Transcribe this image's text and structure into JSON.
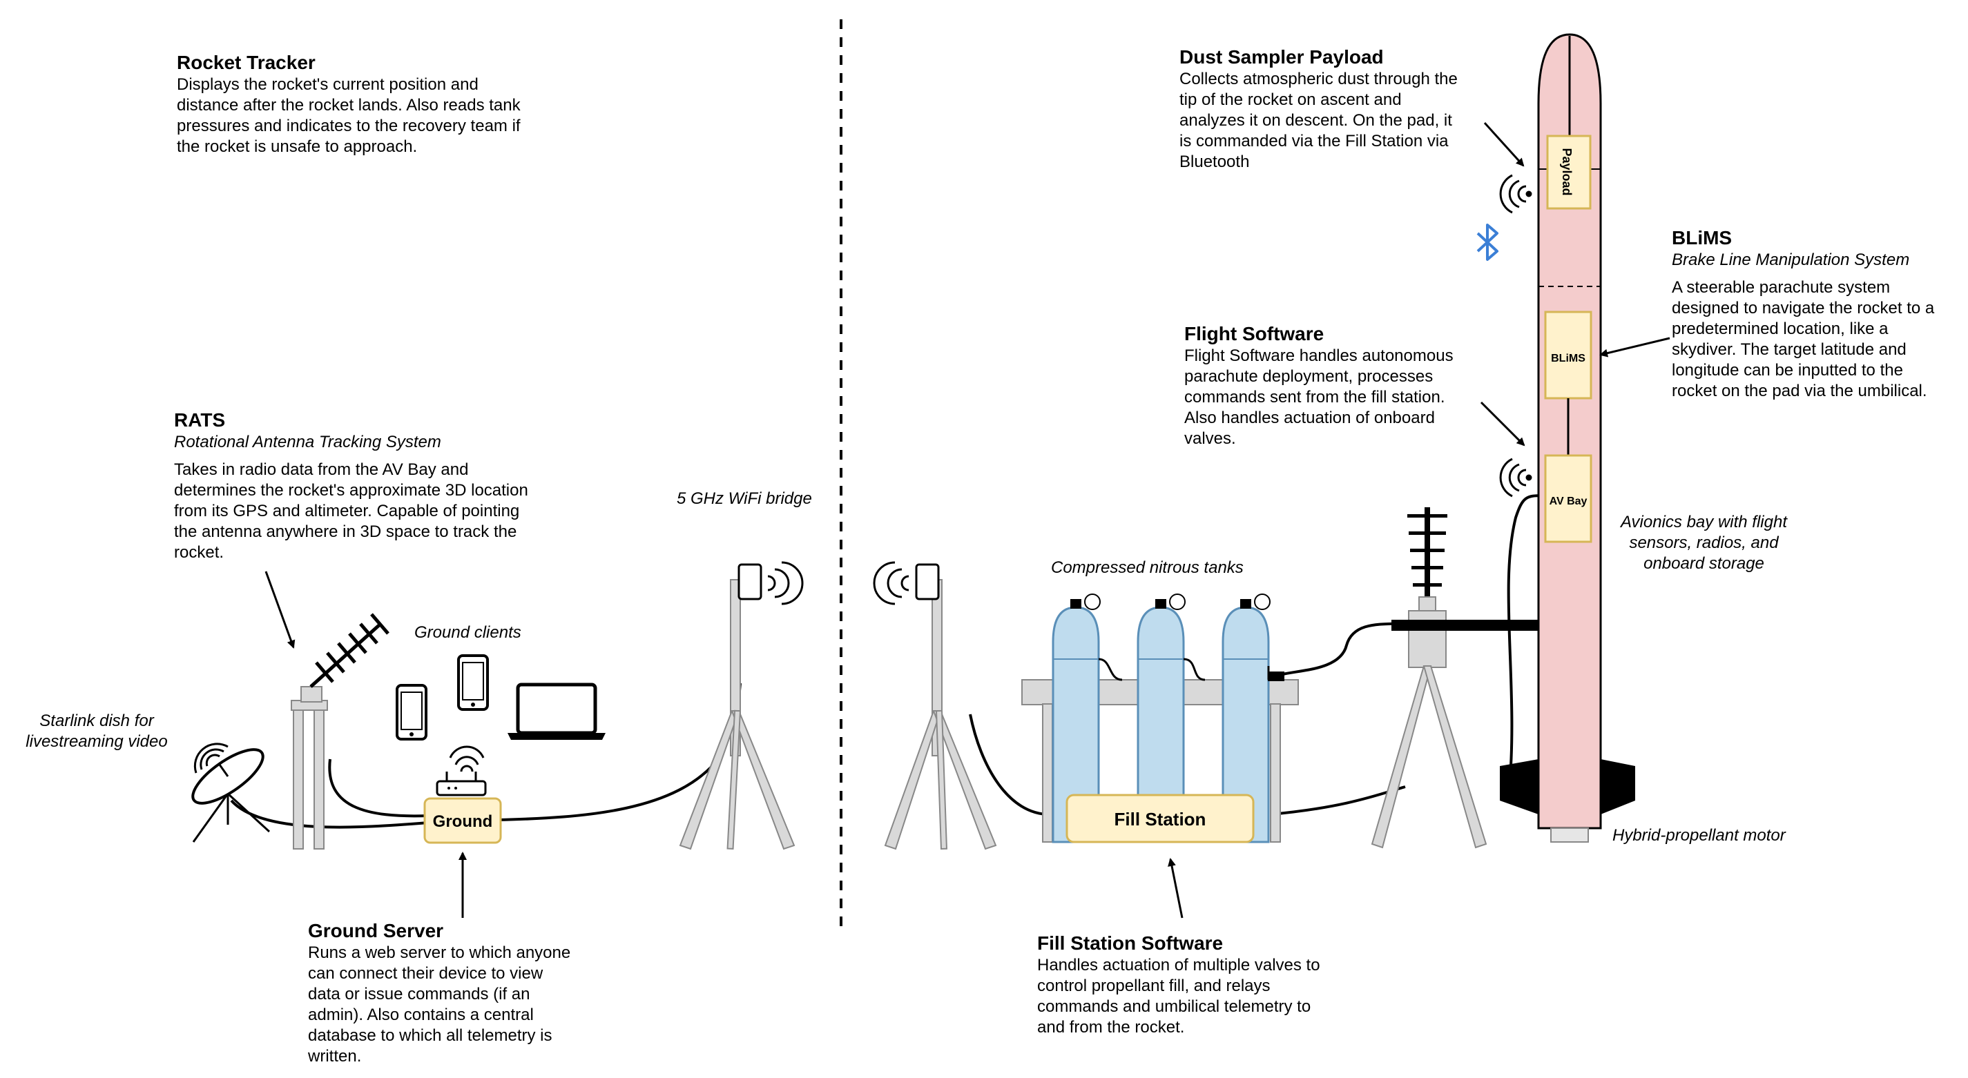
{
  "rocket_tracker": {
    "title": "Rocket Tracker",
    "body": "Displays the rocket's current position and\ndistance after the rocket lands. Also reads tank\npressures and indicates to the recovery team if\nthe rocket is unsafe to approach."
  },
  "rats": {
    "title": "RATS",
    "subtitle": "Rotational Antenna Tracking System",
    "body": "Takes in radio data from the AV Bay and\ndetermines the rocket's approximate 3D location\nfrom its GPS and altimeter. Capable of pointing\nthe antenna anywhere in 3D space to track the\nrocket."
  },
  "ground_server": {
    "title": "Ground Server",
    "body": "Runs a web server to which anyone\ncan connect their device to view\ndata or issue commands (if an\nadmin). Also contains a central\ndatabase to which all telemetry is\nwritten."
  },
  "dust_sampler": {
    "title": "Dust Sampler Payload",
    "body": "Collects atmospheric dust through the\ntip of the rocket on ascent and\nanalyzes it on descent. On the pad, it\nis commanded via the Fill Station via\nBluetooth"
  },
  "flight_software": {
    "title": "Flight Software",
    "body": "Flight Software handles autonomous\nparachute deployment, processes\ncommands sent from the fill station.\nAlso handles actuation of onboard\nvalves."
  },
  "blims": {
    "title": "BLiMS",
    "subtitle": "Brake Line Manipulation System",
    "body": "A steerable parachute system\ndesigned to navigate the rocket to a\npredetermined location, like a\nskydiver. The target latitude and\nlongitude can be inputted to the\nrocket on the pad via the umbilical."
  },
  "fill_station_software": {
    "title": "Fill Station Software",
    "body": "Handles actuation of multiple valves to\ncontrol propellant fill, and relays\ncommands and umbilical telemetry to\nand from the rocket."
  },
  "labels": {
    "starlink": "Starlink dish for\nlivestreaming video",
    "ground_clients": "Ground clients",
    "wifi_bridge": "5 GHz WiFi bridge",
    "nitrous_tanks": "Compressed nitrous tanks",
    "avionics": "Avionics bay with flight\nsensors, radios, and\nonboard storage",
    "motor": "Hybrid-propellant motor"
  },
  "boxes": {
    "ground": "Ground",
    "fill_station": "Fill Station",
    "payload": "Payload",
    "blims": "BLiMS",
    "av_bay": "AV Bay"
  },
  "colors": {
    "box_fill": "#fff2cc",
    "box_stroke": "#d6b656",
    "rocket_fill": "#f4cccc",
    "tank_fill": "#bfdcee",
    "tank_stroke": "#5a8fb8",
    "metal": "#d9d9d9",
    "bluetooth": "#3b7fd6"
  },
  "icons": [
    "wifi-icon",
    "bluetooth-icon",
    "phone-icon",
    "laptop-icon",
    "router-icon",
    "satellite-dish-icon",
    "yagi-antenna-icon"
  ]
}
